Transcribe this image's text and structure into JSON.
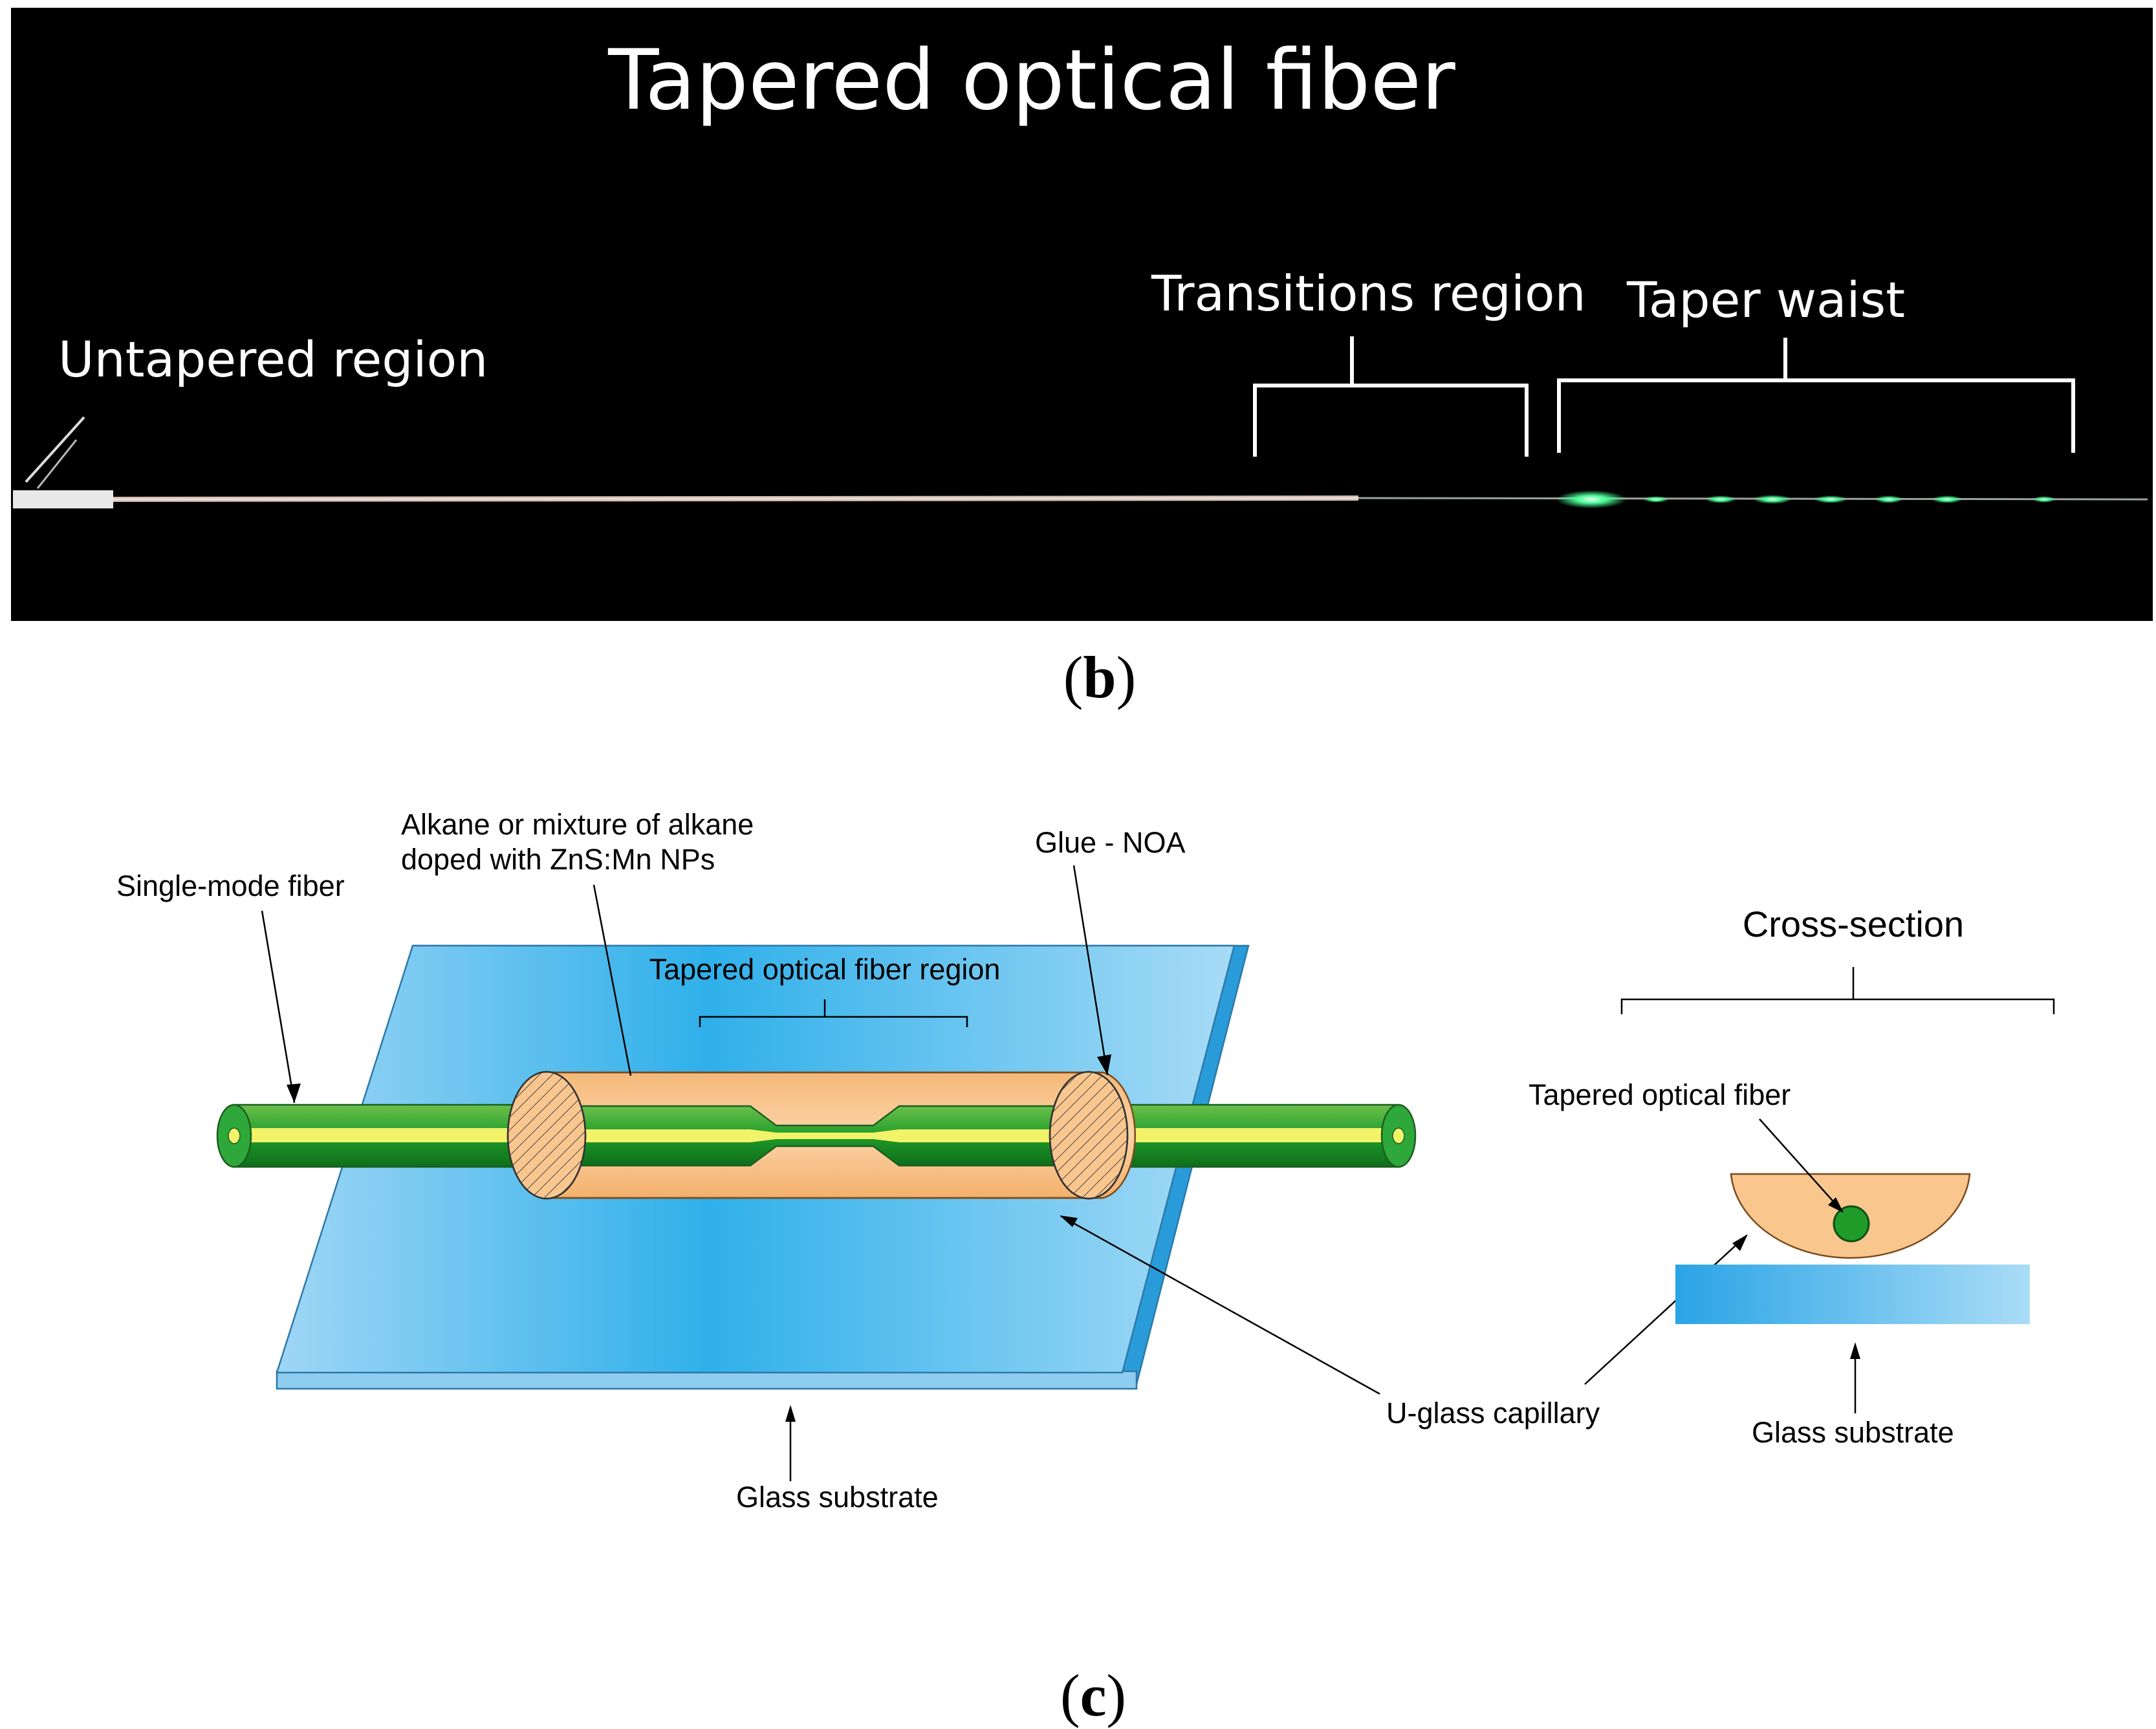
{
  "panel_b": {
    "title": "Tapered optical fiber",
    "labels": {
      "untapered": "Untapered region",
      "transitions": "Transitions region",
      "waist": "Taper waist"
    },
    "caption_open": "(",
    "caption_letter": "b",
    "caption_close": ")",
    "colors": {
      "background": "#000000",
      "fiber": "#cfd2cf",
      "glow": "#4dff9a"
    }
  },
  "panel_c": {
    "labels": {
      "single_mode_fiber": "Single-mode fiber",
      "alkane_line1": "Alkane or mixture of alkane",
      "alkane_line2": "doped with ZnS:Mn NPs",
      "glue": "Glue - NOA",
      "tapered_region": "Tapered optical fiber region",
      "glass_substrate": "Glass substrate",
      "u_glass_capillary": "U-glass capillary",
      "cross_section": "Cross-section",
      "tapered_fiber": "Tapered optical fiber",
      "glass_substrate_2": "Glass substrate"
    },
    "caption_open": "(",
    "caption_letter": "c",
    "caption_close": ")",
    "colors": {
      "substrate": "#2fb0ea",
      "substrate_light": "#a9dcf6",
      "capillary": "#f9c68e",
      "fiber_green": "#1f9c2a",
      "fiber_core": "#f3f36a"
    }
  }
}
